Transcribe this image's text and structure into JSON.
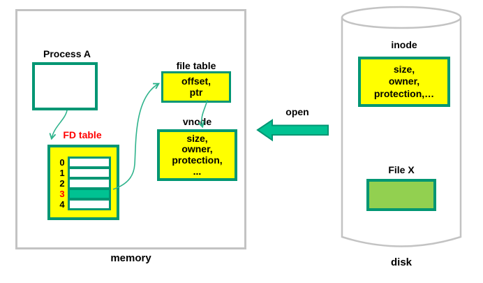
{
  "memory": {
    "label": "memory",
    "process_a": {
      "title": "Process A"
    },
    "fd_table": {
      "title": "FD table",
      "row_labels": [
        "0",
        "1",
        "2",
        "3",
        "4"
      ],
      "selected_row_label": "3"
    },
    "file_table": {
      "title": "file table",
      "content": "offset,\nptr"
    },
    "vnode": {
      "title": "vnode",
      "content": "size,\nowner,\nprotection,\n..."
    }
  },
  "open_call": {
    "label": "open"
  },
  "disk": {
    "label": "disk",
    "inode": {
      "title": "inode",
      "content": "size,\nowner,\nprotection,…"
    },
    "file_x": {
      "title": "File X"
    }
  },
  "colors": {
    "teal_border": "#009673",
    "teal_fill": "#00c292",
    "arrow_teal": "#2fb38c",
    "yellow": "#ffff00",
    "file_green": "#92d050",
    "gray_outline": "#c3c3c3",
    "red_text": "#ff0000"
  }
}
